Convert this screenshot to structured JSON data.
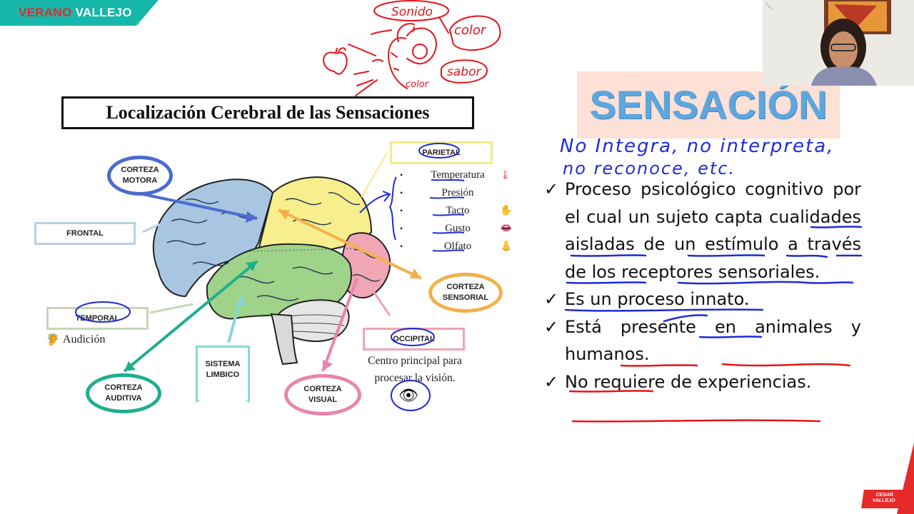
{
  "banner": {
    "part1": "VERANO",
    "part2": "VALLEJO"
  },
  "brain_map": {
    "title": "Localización Cerebral de las Sensaciones",
    "labels": {
      "corteza_motora": "CORTEZA\nMOTORA",
      "frontal": "FRONTAL",
      "temporal": "TEMPORAL",
      "audicion": "Audición",
      "corteza_auditiva": "CORTEZA\nAUDITIVA",
      "sistema_limbico": "SISTEMA\nLIMBICO",
      "corteza_visual": "CORTEZA\nVISUAL",
      "occipital": "OCCIPITAL",
      "occipital_desc_1": "Centro principal para",
      "occipital_desc_2": "procesar la visión.",
      "parietal": "PARIETAL",
      "corteza_sensorial": "CORTEZA\nSENSORIAL"
    },
    "parietal_senses": [
      "Temperatura",
      "Presión",
      "Tacto",
      "Gusto",
      "Olfato"
    ]
  },
  "annotations": {
    "sonido": "Sonido",
    "color_1": "color",
    "color_2": "color",
    "sabor": "sabor",
    "handwriting_line1": "No Integra, no interpreta,",
    "handwriting_line2": "no reconoce, etc."
  },
  "slide": {
    "heading": "SENSACIÓN",
    "bullets": [
      "Proceso psicológico cognitivo por el cual un sujeto capta cualidades aisladas de un estímulo a través de los receptores sensoriales.",
      "Es un proceso innato.",
      "Está presente en animales y humanos.",
      "No requiere de experiencias."
    ]
  },
  "footer": {
    "logo_line1": "CESAR",
    "logo_line2": "VALLEJO"
  },
  "colors": {
    "teal": "#17b7a9",
    "red": "#e52a2a",
    "pen_blue": "#1f2bd8",
    "pen_red": "#e8141c",
    "heading_blue": "#5fa6dc",
    "heading_bg": "#fde0d6"
  }
}
